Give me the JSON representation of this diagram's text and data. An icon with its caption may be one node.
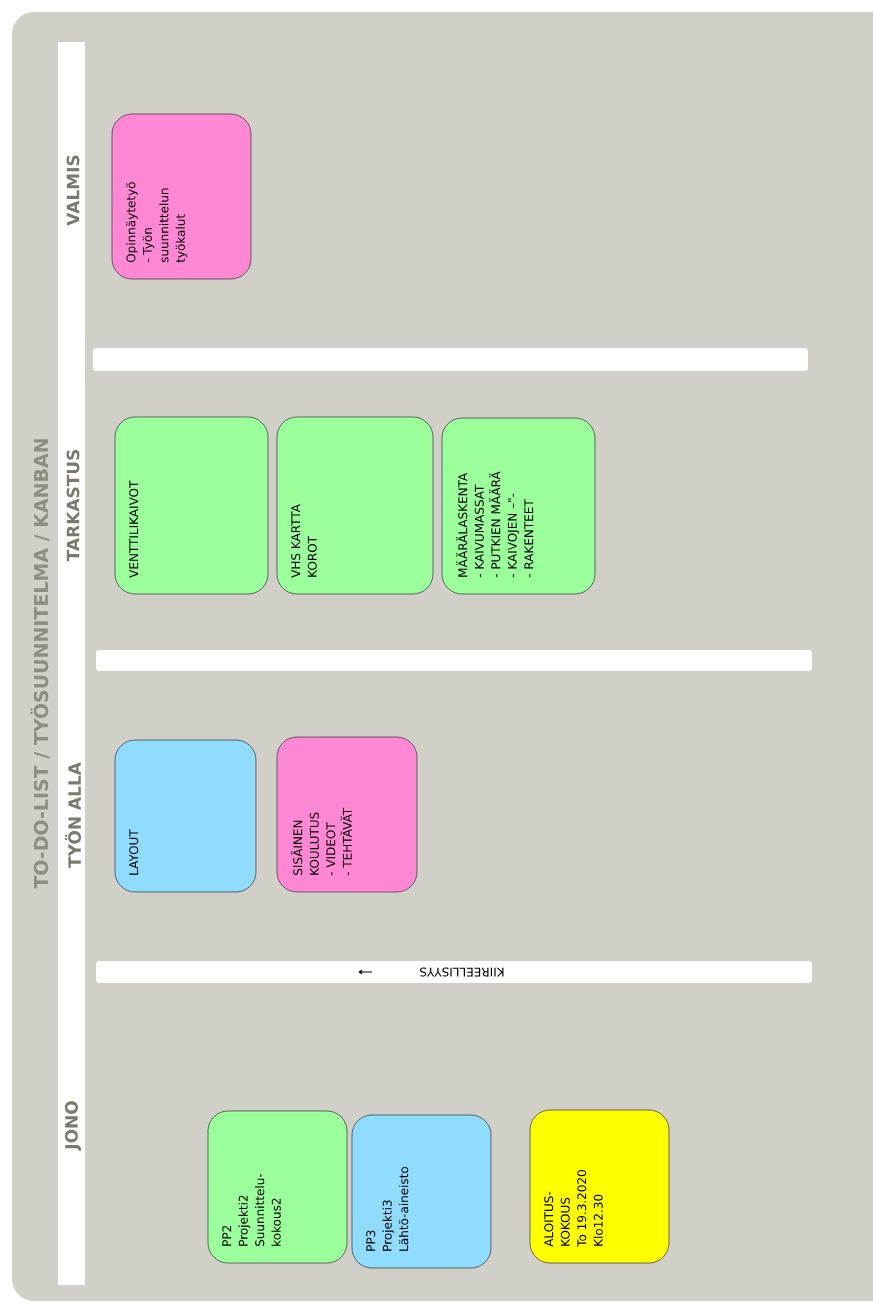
{
  "diagram": {
    "title": "TO-DO-LIST / TYÖSUUNNITELMA / KANBAN",
    "nodes": [
      {
        "text": [
          "Opinnäytetyö",
          "- Työn suunnittelun työkalut"
        ]
      },
      {
        "text": [
          "VENTTILIKAIVOT"
        ]
      },
      {
        "text": [
          "VHS KARTTA",
          "KOROT"
        ]
      },
      {
        "text": [
          "MÄÄRÄLASKENTA",
          "- KAIVUMASSAT",
          "- PUTKIEN MÄÄRÄ",
          "- KAIVOJEN –\"-",
          "- RAKENTEET"
        ]
      },
      {
        "text": [
          "LAYOUT"
        ]
      },
      {
        "text": [
          "SISÄINEN KOULUTUS",
          "- VIDEOT",
          "- TEHTÄVÄT"
        ]
      },
      {
        "text": [
          "PP2",
          "Projekti2",
          "Suunnittelu-kokous2"
        ]
      },
      {
        "text": [
          "PP3",
          "Projekti3",
          "Lähtö-aineisto"
        ]
      },
      {
        "text": [
          "ALOITUS-KOKOUS",
          "To 19.3.2020",
          "Klo12.30"
        ]
      }
    ],
    "labels": [
      "VALMIS",
      "TARKASTUS",
      "TYÖN ALLA",
      "JONO",
      "KIIREELLISYYS"
    ]
  }
}
